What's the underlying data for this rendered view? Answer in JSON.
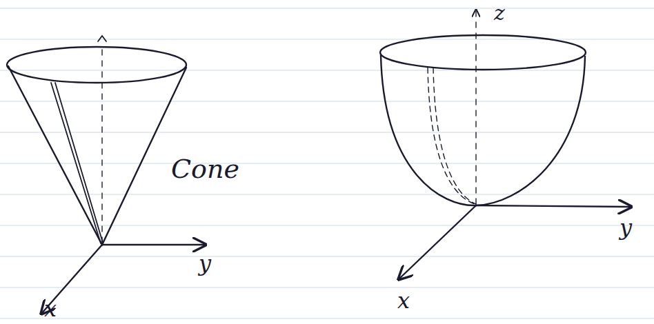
{
  "diagram": {
    "labels": [
      "Cone",
      "y",
      "x",
      "z",
      "y",
      "x"
    ]
  }
}
